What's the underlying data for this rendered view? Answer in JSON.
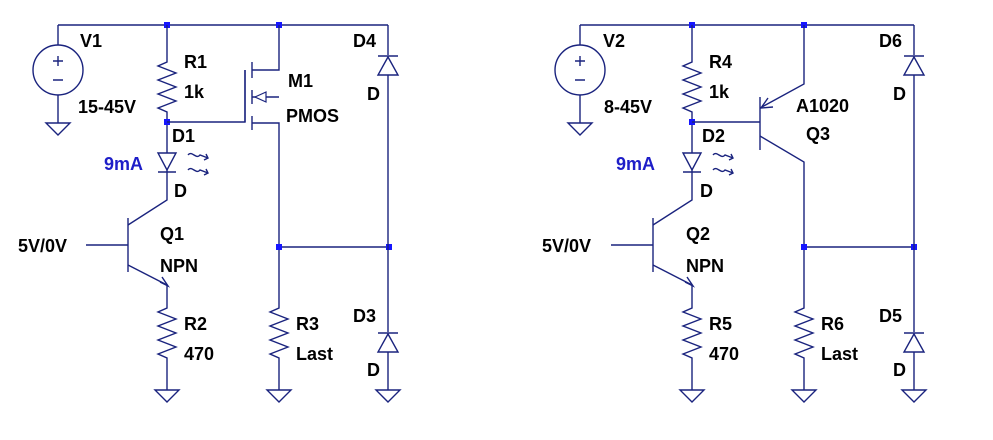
{
  "left_circuit": {
    "source": {
      "name": "V1",
      "value": "15-45V"
    },
    "resistor_top": {
      "name": "R1",
      "value": "1k"
    },
    "mosfet": {
      "name": "M1",
      "type": "PMOS"
    },
    "led": {
      "name": "D1",
      "current": "9mA",
      "model": "D"
    },
    "diode_top": {
      "name": "D4",
      "model": "D"
    },
    "diode_bottom": {
      "name": "D3",
      "model": "D"
    },
    "input": "5V/0V",
    "transistor": {
      "name": "Q1",
      "type": "NPN"
    },
    "resistor_emitter": {
      "name": "R2",
      "value": "470"
    },
    "load": {
      "name": "R3",
      "value": "Last"
    }
  },
  "right_circuit": {
    "source": {
      "name": "V2",
      "value": "8-45V"
    },
    "resistor_top": {
      "name": "R4",
      "value": "1k"
    },
    "pnp": {
      "part": "A1020",
      "name": "Q3"
    },
    "led": {
      "name": "D2",
      "current": "9mA",
      "model": "D"
    },
    "diode_top": {
      "name": "D6",
      "model": "D"
    },
    "diode_bottom": {
      "name": "D5",
      "model": "D"
    },
    "input": "5V/0V",
    "transistor": {
      "name": "Q2",
      "type": "NPN"
    },
    "resistor_emitter": {
      "name": "R5",
      "value": "470"
    },
    "load": {
      "name": "R6",
      "value": "Last"
    }
  },
  "colors": {
    "wire": "#1a237e",
    "node": "#1616ff",
    "current_label": "#1e1ec8",
    "text": "#000000"
  }
}
